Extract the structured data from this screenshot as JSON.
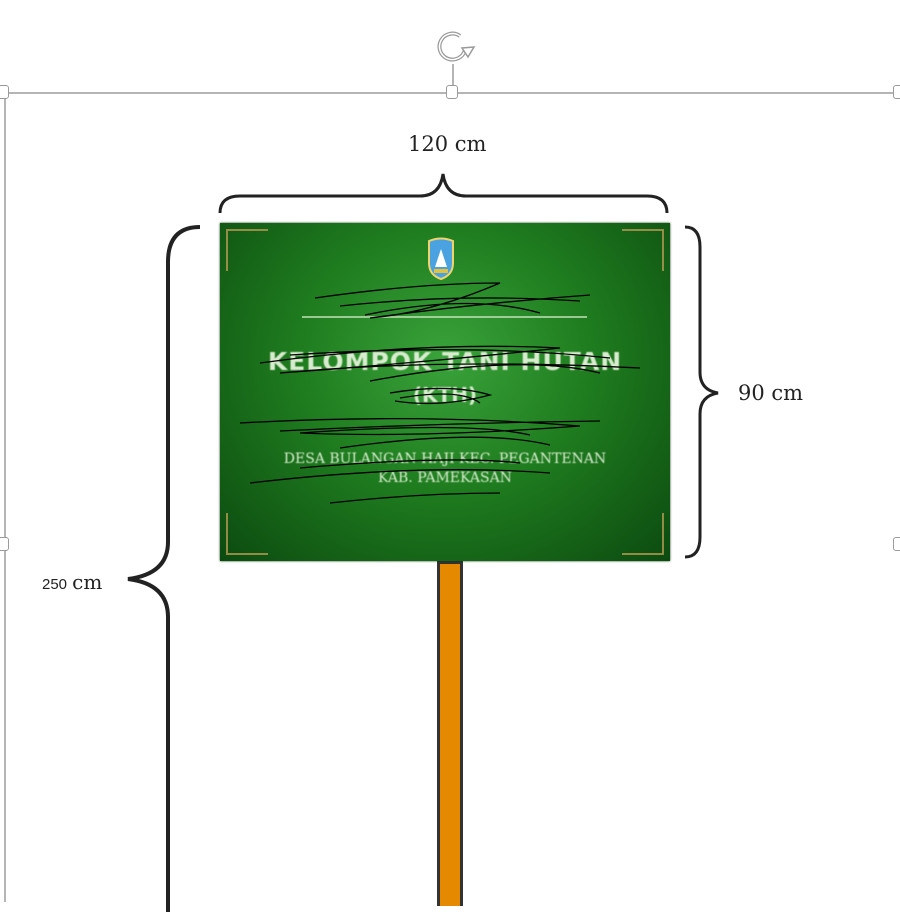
{
  "dimensions": {
    "width_label": "120 cm",
    "height_sign_label": "90 cm",
    "total_height_label": "250",
    "total_height_unit": "cm"
  },
  "sign": {
    "heading": "KELOMPOK TANI HUTAN",
    "abbr": "(KTH)",
    "line3": "",
    "village": "DESA BULANGAN HAJI KEC. PEGANTENAN",
    "regency": "KAB. PAMEKASAN"
  },
  "colors": {
    "sign_green": "#1f7d1f",
    "pole": "#e58a00"
  }
}
